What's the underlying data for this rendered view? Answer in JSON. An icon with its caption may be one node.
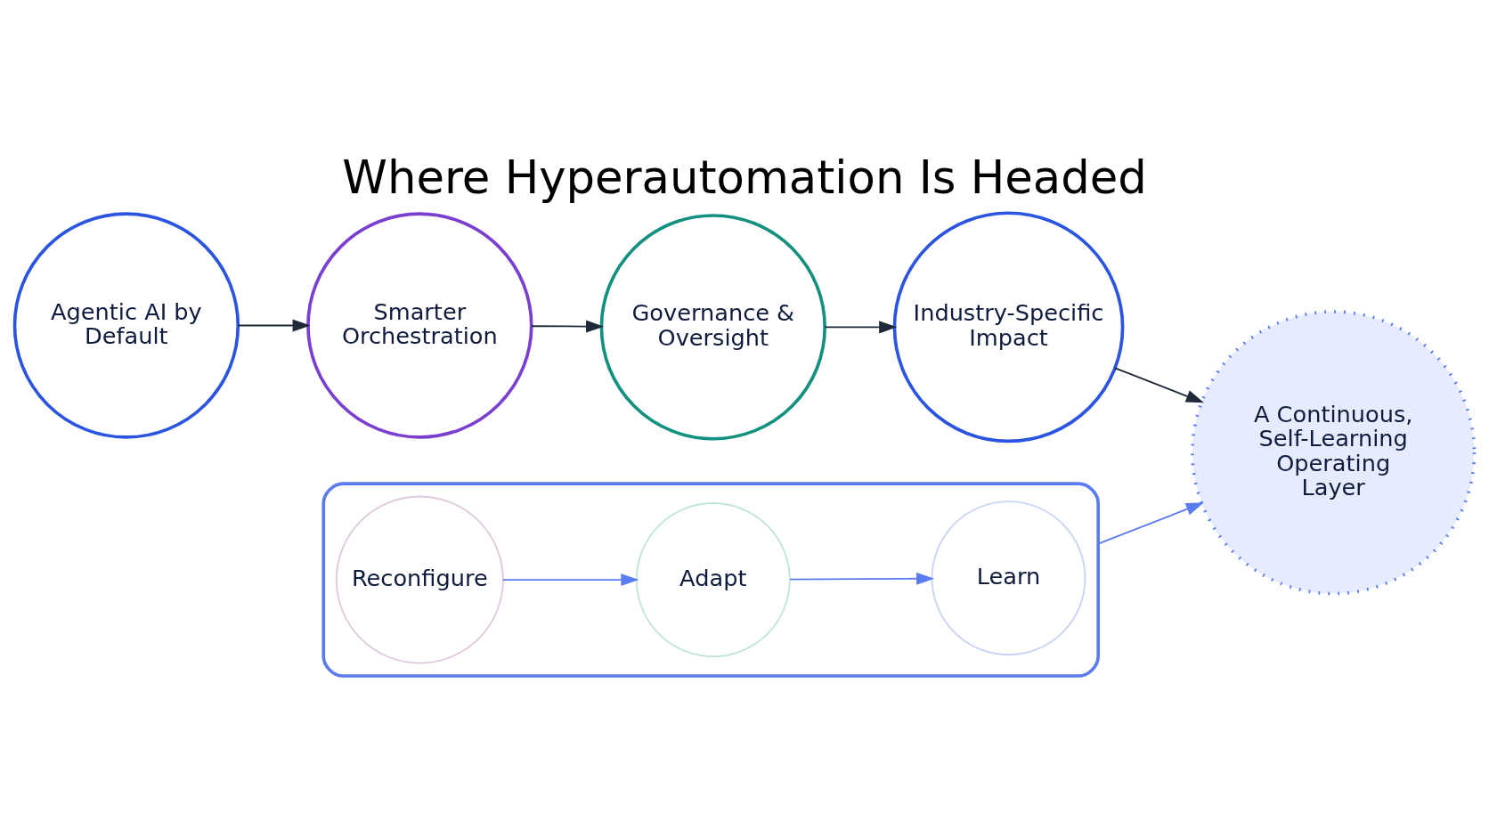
{
  "diagram": {
    "title": "Where Hyperautomation Is Headed",
    "nodes": [
      {
        "text": [
          "Agentic AI by Default"
        ]
      },
      {
        "text": [
          "Smarter Orchestration"
        ]
      },
      {
        "text": [
          "Governance & Oversight"
        ]
      },
      {
        "text": [
          "Industry-Specific Impact"
        ]
      },
      {
        "text": [
          "A Continuous, Self-Learning Operating Layer"
        ]
      },
      {
        "text": [],
        "shape": "box"
      },
      {
        "text": [
          "Learn"
        ],
        "in": 5
      },
      {
        "text": [
          "Adapt"
        ],
        "in": 5
      },
      {
        "text": [
          "Reconfigure"
        ],
        "in": 5
      }
    ],
    "edges": [
      {
        "from": 0,
        "to": 1,
        "arrow": "to"
      },
      {
        "from": 1,
        "to": 2,
        "arrow": "to"
      },
      {
        "from": 2,
        "to": 3,
        "arrow": "to"
      },
      {
        "from": 3,
        "to": 4,
        "arrow": "to"
      },
      {
        "from": 5,
        "to": 4,
        "arrow": "to",
        "color": "#5b7cf0"
      },
      {
        "from": 8,
        "to": 7,
        "arrow": "to",
        "color": "#5b7cf0"
      },
      {
        "from": 7,
        "to": 6,
        "arrow": "to",
        "color": "#5b7cf0"
      }
    ]
  }
}
